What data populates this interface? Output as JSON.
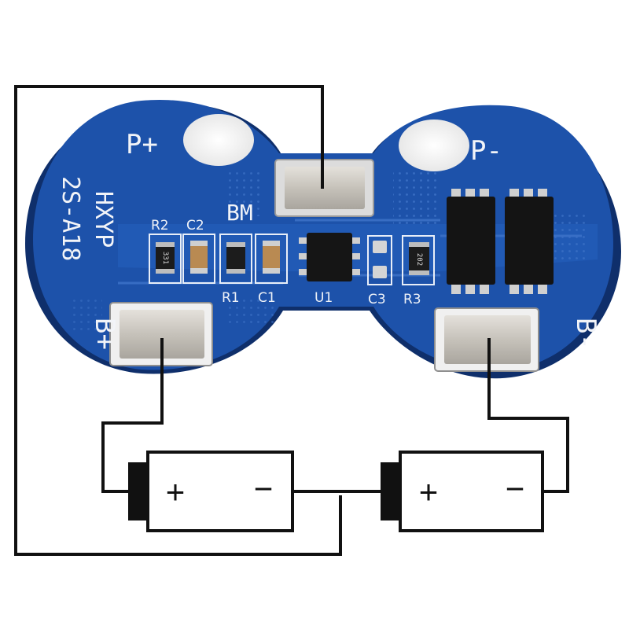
{
  "board": {
    "brand": "HXYP",
    "model": "2S-A18",
    "pads": {
      "p_plus": "P+",
      "p_minus": "P-",
      "b_plus": "B+",
      "b_minus": "B-",
      "bm": "BM"
    },
    "components": {
      "r2": "R2",
      "c2": "C2",
      "r1": "R1",
      "c1": "C1",
      "u1": "U1",
      "c3": "C3",
      "r3": "R3"
    },
    "resistor_codes": {
      "r2": "331",
      "r3": "202"
    }
  },
  "cells": {
    "left": {
      "plus": "+",
      "minus": "−"
    },
    "right": {
      "plus": "+",
      "minus": "−"
    }
  },
  "colors": {
    "pcb": "#1b4fa6",
    "pcb_edge": "#123a7e",
    "pad": "#c9c5bd",
    "wire": "#111111"
  }
}
